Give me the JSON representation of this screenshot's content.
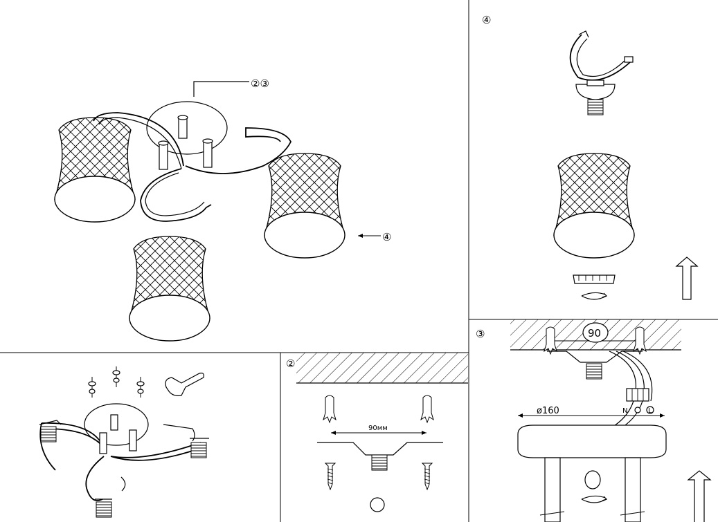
{
  "panels": {
    "main": {
      "callout_top": "②③",
      "callout_shade": "④"
    },
    "step4": {
      "number": "④"
    },
    "step2": {
      "number": "②",
      "dimension": "90мм"
    },
    "step3": {
      "number": "③",
      "width": "90",
      "diameter": "ø160",
      "terminal_n": "N",
      "terminal_l": "L"
    },
    "hardware": {}
  }
}
